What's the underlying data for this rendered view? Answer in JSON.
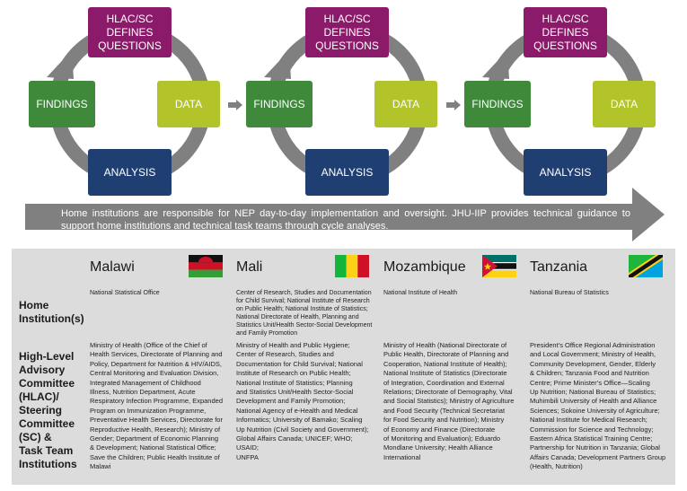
{
  "cycle_labels": {
    "questions": [
      "HLAC/SC",
      "DEFINES",
      "QUESTIONS"
    ],
    "data": "DATA",
    "analysis": "ANALYSIS",
    "findings": "FINDINGS"
  },
  "colors": {
    "questions": "#8c1a6a",
    "data": "#b3c42a",
    "analysis": "#1f3f72",
    "findings": "#3e8a3a",
    "arrow": "#808080",
    "table_bg": "#dcdcdc"
  },
  "banner": {
    "text": "Home institutions are responsible for NEP day-to-day implementation and oversight. JHU-IIP provides technical guidance to support home institutions and technical task teams through cycle analyses."
  },
  "row_labels": {
    "home": [
      "Home",
      "Institution(s)"
    ],
    "hlac": [
      "High-Level",
      "Advisory",
      "Committee",
      "(HLAC)/",
      "Steering",
      "Committee",
      "(SC) &",
      "Task Team",
      "Institutions"
    ]
  },
  "countries": [
    {
      "name": "Malawi",
      "flag": "malawi-flag",
      "home": "National Statistical Office",
      "institutions": [
        "Ministry of Health (Office of the Chief of",
        "Health Services, Directorate of Planning and",
        "Policy, Department for Nutrition & HIV/AIDS,",
        "Central Monitoring and Evaluation Division,",
        "Integrated Management of Childhood",
        "Illness, Nutrition Department, Acute",
        "Respiratory Infection Programme, Expanded",
        "Program on Immunization Programme,",
        "Preventative Health Services, Directorate for",
        "Reproductive Health, Research); Ministry of",
        "Gender; Department of Economic Planning",
        "& Development; National Statistical Office;",
        "Save the Children; Public Health Institute of",
        "Malawi"
      ]
    },
    {
      "name": "Mali",
      "flag": "mali-flag",
      "home": [
        "Center of Research, Studies and Documentation",
        "for Child Survival; National Institute of Research",
        "on Public Health; National Institute of Statistics;",
        "National Directorate of Health, Planning and",
        "Statistics Unit/Health Sector-Social Development",
        "and Family Promotion"
      ],
      "institutions": [
        "Ministry of Health and Public Hygiene;",
        "Center of Research, Studies and",
        "Documentation for Child Survival; National",
        "Institute of Research on Public Health;",
        "National Institute of Statistics; Planning",
        "and Statistics Unit/Health Sector-Social",
        "Development and Family Promotion;",
        "National Agency of e-Health and Medical",
        "Informatics; University of Bamako; Scaling",
        "Up Nutrition (Civil Society and Government);",
        "Global Affairs Canada; UNICEF; WHO; USAID;",
        "UNFPA"
      ]
    },
    {
      "name": "Mozambique",
      "flag": "mozambique-flag",
      "home": "National Institute of Health",
      "institutions": [
        "Ministry of Health (National Directorate of",
        "Public Health, Directorate of Planning and",
        "Cooperation, National Institute of Health);",
        "National Institute of Statistics (Directorate",
        "of Integration, Coordination and External",
        "Relations; Directorate of Demography, Vital",
        "and Social Statistics); Ministry of Agriculture",
        "and Food Security (Technical Secretariat",
        "for Food Security and Nutrition); Ministry",
        "of Economy and Finance (Directorate",
        "of Monitoring and Evaluation); Eduardo",
        "Mondlane University; Health Alliance",
        "International"
      ]
    },
    {
      "name": "Tanzania",
      "flag": "tanzania-flag",
      "home": "National Bureau of Statistics",
      "institutions": [
        "President’s Office Regional Administration",
        "and Local Government; Ministry of Health,",
        "Community Development, Gender, Elderly",
        "& Children; Tanzania Food and Nutrition",
        "Centre; Prime Minister’s Office—Scaling",
        "Up Nutrition; National Bureau of Statistics;",
        "Muhimbili University of Health and Alliance",
        "Sciences; Sokoine University of Agriculture;",
        "National Institute for Medical Research;",
        "Commission for Science and Technology;",
        "Eastern Africa Statistical Training Centre;",
        "Partnership for Nutrition in Tanzania; Global",
        "Affairs Canada; Development Partners Group",
        "(Health, Nutrition)"
      ]
    }
  ]
}
